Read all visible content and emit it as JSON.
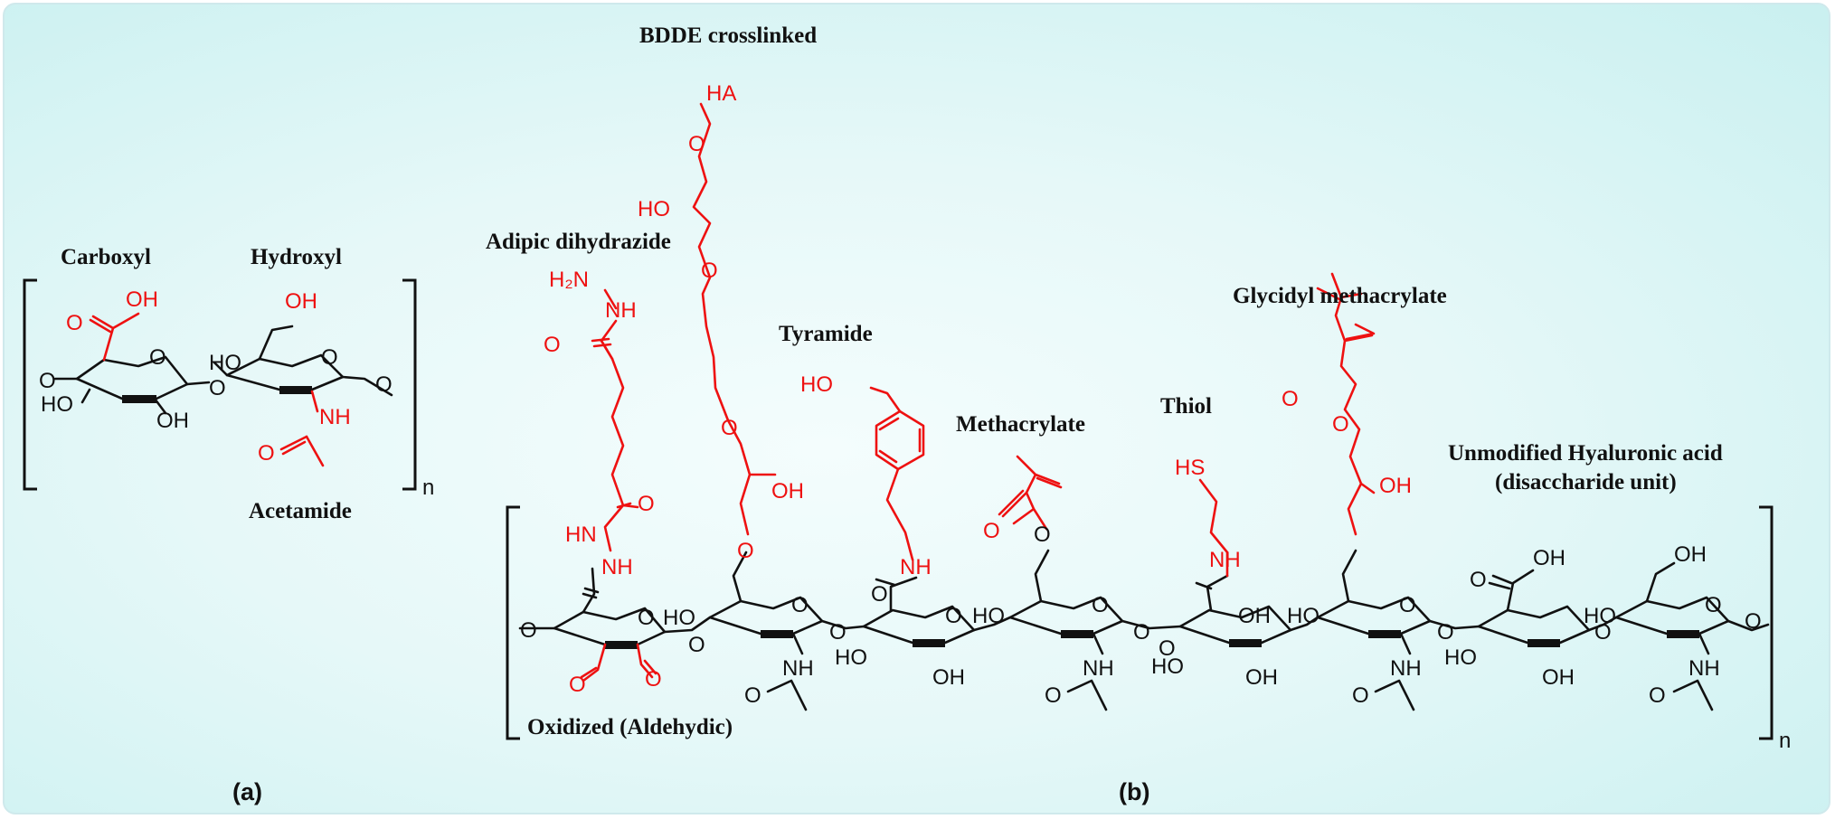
{
  "colors": {
    "highlight": "#ee1111",
    "ink": "#111111",
    "background": "#e6f8f8"
  },
  "panel_a": {
    "label": "(a)",
    "groups": {
      "carboxyl": "Carboxyl",
      "hydroxyl": "Hydroxyl",
      "acetamide": "Acetamide"
    },
    "repeat": "n",
    "atoms": {
      "oh_top": "OH",
      "ring_o1": "O",
      "ring_o2": "O",
      "ho_left": "HO",
      "ch2oh": "OH",
      "link_o_left": "O",
      "link_o_mid": "O",
      "link_o_right": "O",
      "ho_bottom": "HO",
      "oh_bottom": "OH",
      "nh": "NH",
      "acetyl_o": "O"
    }
  },
  "panel_b": {
    "label": "(b)",
    "modifications": {
      "bdde": "BDDE crosslinked",
      "adipic": "Adipic dihydrazide",
      "tyramide": "Tyramide",
      "methacrylate": "Methacrylate",
      "thiol": "Thiol",
      "glycidyl": "Glycidyl methacrylate",
      "unmodified_line1": "Unmodified Hyaluronic acid",
      "unmodified_line2": "(disaccharide unit)",
      "oxidized": "Oxidized (Aldehydic)"
    },
    "repeat": "n",
    "atoms": {
      "ha": "HA",
      "bdde_o1": "O",
      "bdde_ho": "HO",
      "bdde_o2": "O",
      "bdde_o3": "O",
      "bdde_oh": "OH",
      "bdde_o4": "O",
      "h2n": "H₂N",
      "nh_a": "NH",
      "co_a": "O",
      "co_b": "O",
      "hn_b": "HN",
      "nh_c": "NH",
      "ox_o1": "O",
      "ox_o2": "O",
      "ald1": "O",
      "ald2": "O",
      "tyr_ho": "HO",
      "tyr_nh": "NH",
      "meth_o1": "O",
      "meth_o2": "O",
      "hs": "HS",
      "thiol_nh": "NH",
      "gly_o1": "O",
      "gly_o2": "O",
      "gly_oh": "OH",
      "r2_ho": "HO",
      "r2_o": "O",
      "r2_o_link": "O",
      "r2_nh": "NH",
      "r2_ac_o": "O",
      "r3_o_top": "O",
      "r3_ho": "HO",
      "r3_oh": "OH",
      "r3_o": "O",
      "r4_ho": "HO",
      "r4_o": "O",
      "r4_o_link": "O",
      "r4_nh": "NH",
      "r4_ac_o": "O",
      "r5_o": "O",
      "r5_oh_top": "OH",
      "r5_ho": "HO",
      "r5_oh": "OH",
      "r6_ho": "HO",
      "r6_o": "O",
      "r6_o_link": "O",
      "r6_nh": "NH",
      "r6_ac_o": "O",
      "r7_oh": "OH",
      "r7_o": "O",
      "r7_ho": "HO",
      "r7_oh_b": "OH",
      "r7_o_link": "O",
      "r8_ho": "HO",
      "r8_oh": "OH",
      "r8_o": "O",
      "r8_nh": "NH",
      "r8_ac_o": "O",
      "r8_o_end": "O",
      "o_start": "O"
    }
  }
}
